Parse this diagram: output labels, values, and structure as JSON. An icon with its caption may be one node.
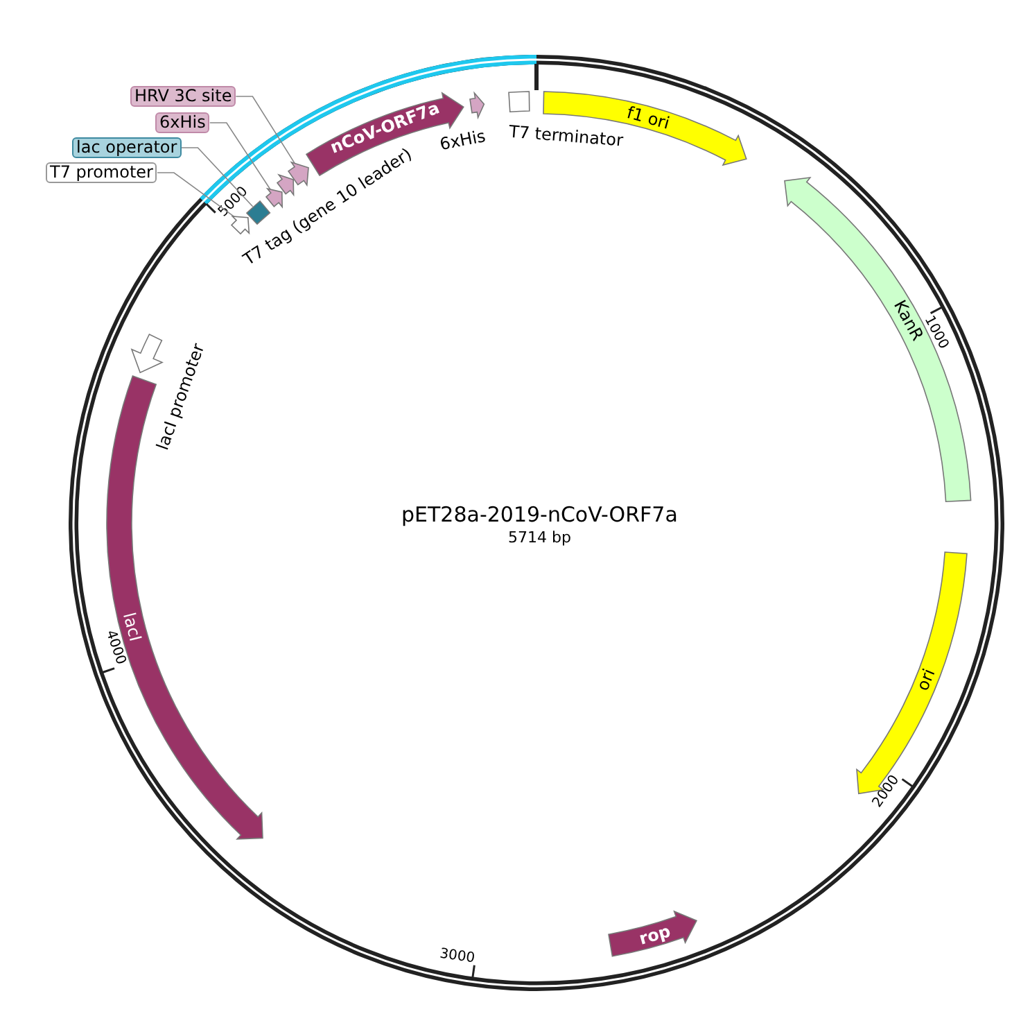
{
  "diagram": {
    "title": "pET28a-2019-nCoV-ORF7a",
    "nodes": [
      {
        "text": [
          "T7 promoter"
        ]
      },
      {
        "text": [
          "lac operator"
        ]
      },
      {
        "text": [
          "6xHis"
        ]
      },
      {
        "text": [
          "HRV 3C site"
        ]
      },
      {
        "text": [],
        "shape": "arrow"
      },
      {
        "text": [],
        "shape": "box"
      },
      {
        "text": [],
        "shape": "arrow"
      },
      {
        "text": [
          "T7 tag (gene 10 leader)"
        ]
      },
      {
        "text": [],
        "shape": "arrow"
      },
      {
        "text": [
          "nCoV-ORF7a"
        ]
      },
      {
        "text": [
          "6xHis"
        ]
      },
      {
        "text": [
          "T7 terminator"
        ]
      },
      {
        "text": [
          "f1 ori"
        ]
      },
      {
        "text": [
          "KanR"
        ]
      },
      {
        "text": [
          "ori"
        ]
      },
      {
        "text": [
          "rop"
        ]
      },
      {
        "text": [
          "lacI"
        ]
      },
      {
        "text": [
          "lacI promoter"
        ]
      }
    ],
    "edges": [
      {
        "from": 0,
        "to": 4,
        "arrow": "none"
      },
      {
        "from": 1,
        "to": 5,
        "arrow": "none"
      },
      {
        "from": 2,
        "to": 6,
        "arrow": "none"
      },
      {
        "from": 3,
        "to": 8,
        "arrow": "none"
      }
    ],
    "labels": [
      "5714 bp",
      "1000",
      "2000",
      "3000",
      "4000",
      "5000"
    ]
  }
}
